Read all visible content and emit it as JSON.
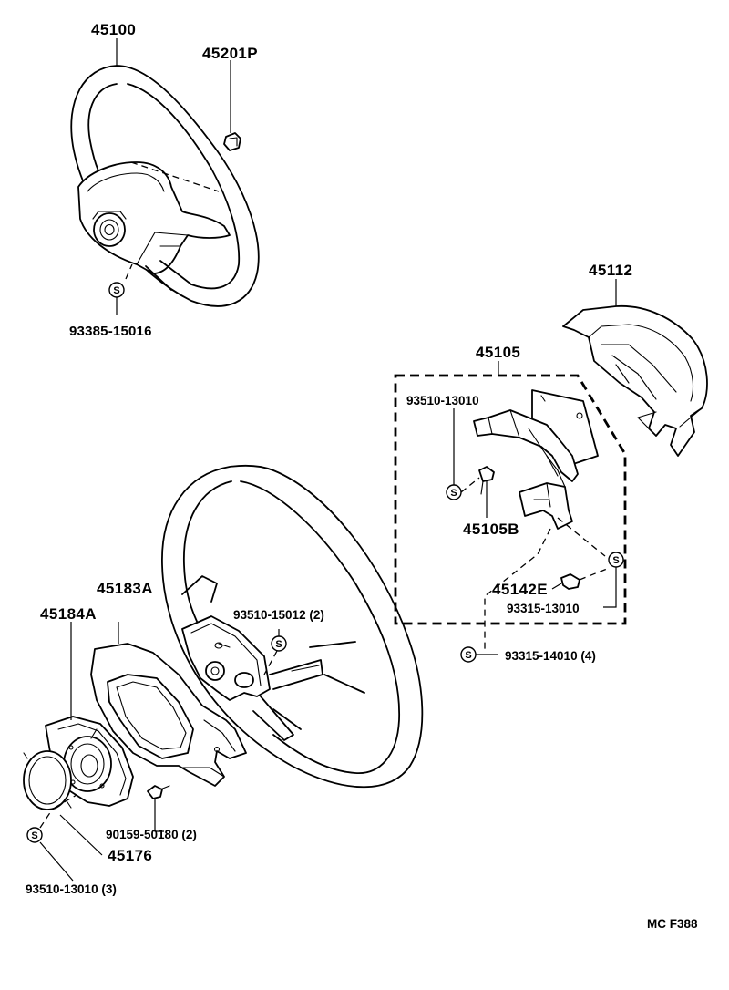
{
  "diagram_code": "MC F388",
  "symbol_s": "S",
  "parts": {
    "p45100": "45100",
    "p45201P": "45201P",
    "p93385": "93385-15016",
    "p45112": "45112",
    "p45105": "45105",
    "p93510_13010_top": "93510-13010",
    "p45105B": "45105B",
    "p45142E": "45142E",
    "p93315_13010": "93315-13010",
    "p93315_14010": "93315-14010 (4)",
    "p93510_15012": "93510-15012 (2)",
    "p45183A": "45183A",
    "p45184A": "45184A",
    "p90159": "90159-50180 (2)",
    "p45176": "45176",
    "p93510_13010_bottom": "93510-13010 (3)"
  }
}
